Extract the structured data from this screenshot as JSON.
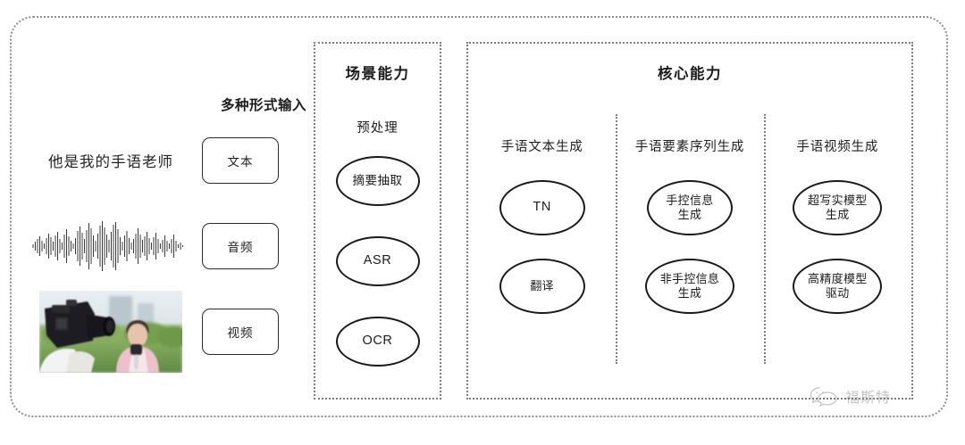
{
  "diagram": {
    "title_hidden": "",
    "input_panel": {
      "title": "多种形式输入",
      "rows": [
        {
          "sample_text": "他是我的手语老师",
          "sample_kind": "text-sample",
          "chip_label": "文本"
        },
        {
          "sample_text": "",
          "sample_kind": "audio-waveform",
          "chip_label": "音频"
        },
        {
          "sample_text": "",
          "sample_kind": "video-thumbnail",
          "chip_label": "视频"
        }
      ]
    },
    "scene_box": {
      "title": "场景能力",
      "subtitle": "预处理",
      "nodes": [
        {
          "label": "摘要抽取",
          "latin": false
        },
        {
          "label": "ASR",
          "latin": true
        },
        {
          "label": "OCR",
          "latin": true
        }
      ]
    },
    "core_box": {
      "title": "核心能力",
      "columns": [
        {
          "title": "手语文本生成",
          "nodes": [
            {
              "label": "TN",
              "latin": true
            },
            {
              "label": "翻译",
              "latin": false
            }
          ]
        },
        {
          "title": "手语要素序列生成",
          "nodes": [
            {
              "label": "手控信息\n生成",
              "latin": false
            },
            {
              "label": "非手控信息\n生成",
              "latin": false
            }
          ]
        },
        {
          "title": "手语视频生成",
          "nodes": [
            {
              "label": "超写实模型\n生成",
              "latin": false
            },
            {
              "label": "高精度模型\n驱动",
              "latin": false
            }
          ]
        }
      ]
    },
    "watermark": {
      "icon": "wechat-bubble-icon",
      "text": "福斯特"
    },
    "colors": {
      "border_dotted": "#7d7d83",
      "node_stroke": "#1a1a1a",
      "text": "#1c1c1c",
      "watermark_text": "#6d6d72"
    }
  }
}
